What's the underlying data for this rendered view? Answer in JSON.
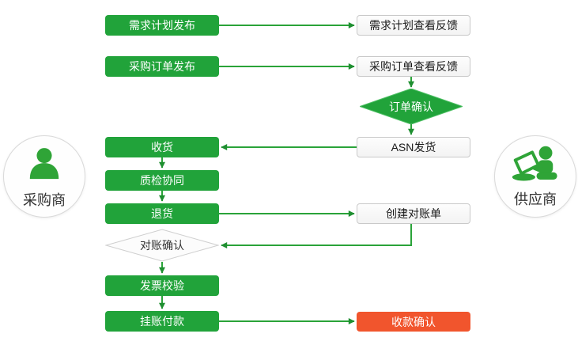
{
  "diagram": {
    "title": "procurement-collaboration-flowchart",
    "actors": {
      "buyer": "采购商",
      "supplier": "供应商"
    },
    "nodes": {
      "demand_plan_publish": "需求计划发布",
      "demand_plan_feedback": "需求计划查看反馈",
      "po_publish": "采购订单发布",
      "po_feedback": "采购订单查看反馈",
      "order_confirm": "订单确认",
      "asn_ship": "ASN发货",
      "receive": "收货",
      "quality_check": "质检协同",
      "return_goods": "退货",
      "create_statement": "创建对账单",
      "reconcile_confirm": "对账确认",
      "invoice_verify": "发票校验",
      "pay_on_account": "挂账付款",
      "payment_confirm": "收款确认"
    },
    "edges": [
      {
        "from": "demand_plan_publish",
        "to": "demand_plan_feedback"
      },
      {
        "from": "po_publish",
        "to": "po_feedback"
      },
      {
        "from": "po_feedback",
        "to": "order_confirm"
      },
      {
        "from": "order_confirm",
        "to": "asn_ship"
      },
      {
        "from": "asn_ship",
        "to": "receive"
      },
      {
        "from": "receive",
        "to": "quality_check"
      },
      {
        "from": "quality_check",
        "to": "return_goods"
      },
      {
        "from": "return_goods",
        "to": "create_statement"
      },
      {
        "from": "create_statement",
        "to": "reconcile_confirm"
      },
      {
        "from": "reconcile_confirm",
        "to": "invoice_verify"
      },
      {
        "from": "invoice_verify",
        "to": "pay_on_account"
      },
      {
        "from": "pay_on_account",
        "to": "payment_confirm"
      }
    ],
    "colors": {
      "green": "#21A33A",
      "red": "#F1552D",
      "connector": "#2AA339",
      "arrowhead": "#1F8F31",
      "white_box_border": "#C9C9C9"
    },
    "icons": {
      "buyer": "person-icon",
      "supplier": "person-laptop-icon"
    }
  }
}
